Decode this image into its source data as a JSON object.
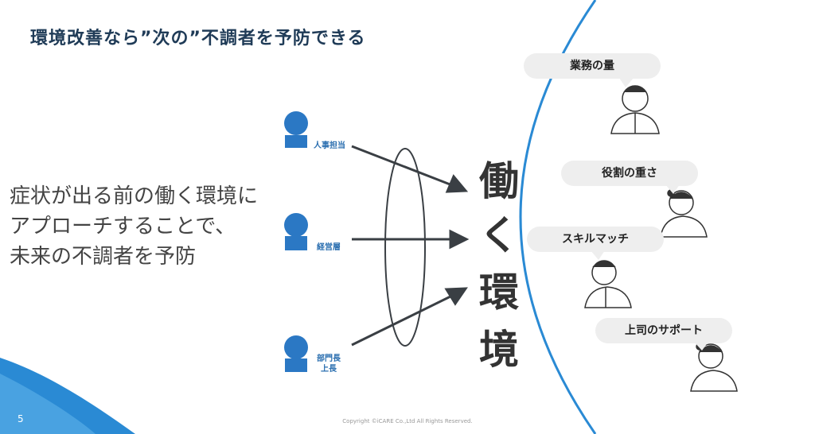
{
  "slide": {
    "title": "環境改善なら”次の”不調者を予防できる",
    "body_lines": [
      "症状が出る前の働く環境に",
      "アプローチすることで、",
      "未来の不調者を予防"
    ],
    "page_number": "5",
    "copyright": "Copyright ©iCARE Co.,Ltd All Rights Reserved."
  },
  "roles": [
    {
      "label_lines": [
        "人事担当"
      ]
    },
    {
      "label_lines": [
        "経営層"
      ]
    },
    {
      "label_lines": [
        "部門長",
        "上長"
      ]
    }
  ],
  "environment": {
    "chars": [
      "働",
      "く",
      "環",
      "境"
    ]
  },
  "factors": [
    {
      "label": "業務の量"
    },
    {
      "label": "役割の重さ"
    },
    {
      "label": "スキルマッチ"
    },
    {
      "label": "上司のサポート"
    }
  ],
  "colors": {
    "accent_blue": "#2b78c4",
    "arc_blue": "#2a8ad4",
    "title": "#1f3b57",
    "arrow": "#3a3f44"
  }
}
